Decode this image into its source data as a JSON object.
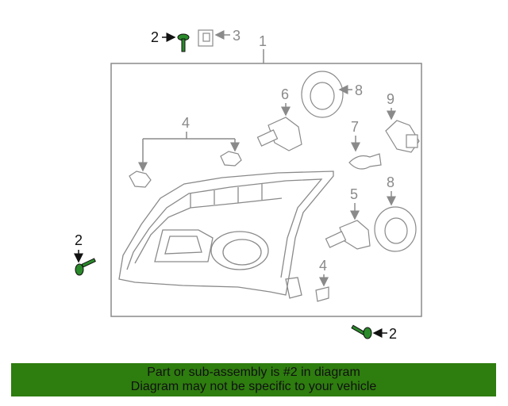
{
  "callouts": {
    "c1": "1",
    "c2_top": "2",
    "c2_left": "2",
    "c2_bottom": "2",
    "c3": "3",
    "c4_top": "4",
    "c4_bottom": "4",
    "c5": "5",
    "c6": "6",
    "c7": "7",
    "c8_top": "8",
    "c8_mid": "8",
    "c9": "9"
  },
  "banner": {
    "line1": "Part or sub-assembly is #2 in diagram",
    "line2": "Diagram may not be specific to your vehicle"
  },
  "colors": {
    "banner_bg": "#2e7d0f",
    "highlight_part": "#2a8a2a",
    "line_art": "#8a8a8a"
  },
  "icons": {
    "arrow": "arrow-icon"
  }
}
